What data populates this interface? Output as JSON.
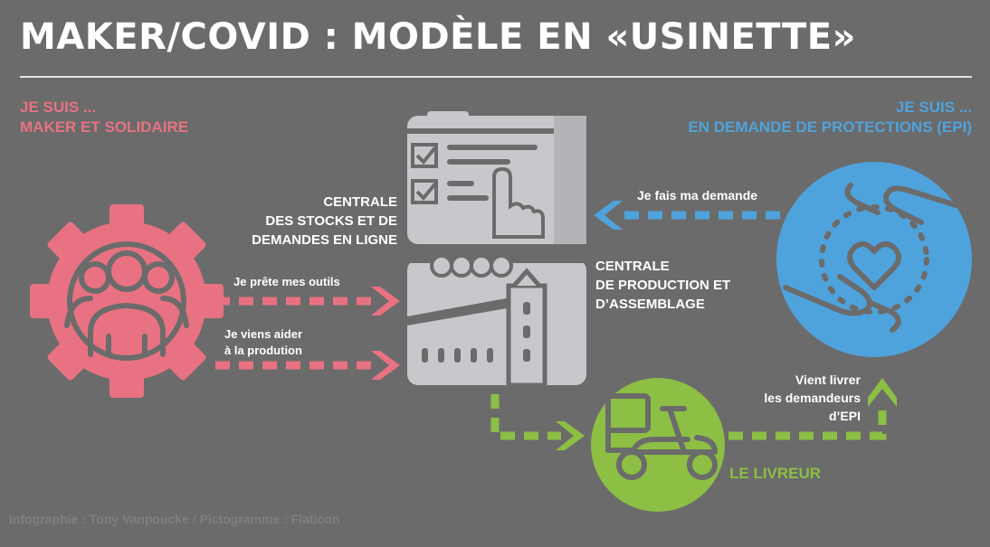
{
  "title": "MAKER/COVID : MODÈLE EN «USINETTE»",
  "maker": {
    "line1": "JE SUIS ...",
    "line2": "MAKER ET SOLIDAIRE"
  },
  "demandeur": {
    "line1": "JE SUIS ...",
    "line2": "EN DEMANDE DE PROTECTIONS (EPI)"
  },
  "centrale_stocks": {
    "line1": "CENTRALE",
    "line2": "DES STOCKS ET DE",
    "line3": "DEMANDES EN LIGNE"
  },
  "centrale_production": {
    "line1": "CENTRALE",
    "line2": "DE PRODUCTION ET",
    "line3": "D’ASSEMBLAGE"
  },
  "arrows": {
    "outils": "Je prête mes outils",
    "aider_line1": "Je viens aider",
    "aider_line2": "à la prodution",
    "demande": "Je fais ma demande",
    "livrer_line1": "Vient livrer",
    "livrer_line2": "les demandeurs",
    "livrer_line3": "d’EPI"
  },
  "livreur": "LE LIVREUR",
  "credit": "Infographie : Tony Vanpoucke / Pictogramme : Flaticon",
  "colors": {
    "background": "#6b6b6b",
    "pink": "#e87282",
    "blue": "#4fa3dc",
    "green": "#8cbf44",
    "factory": "#c8c8cc"
  },
  "icons": [
    "people-gear-icon",
    "checklist-touch-icon",
    "factory-icon",
    "hands-heart-icon",
    "scooter-icon"
  ]
}
